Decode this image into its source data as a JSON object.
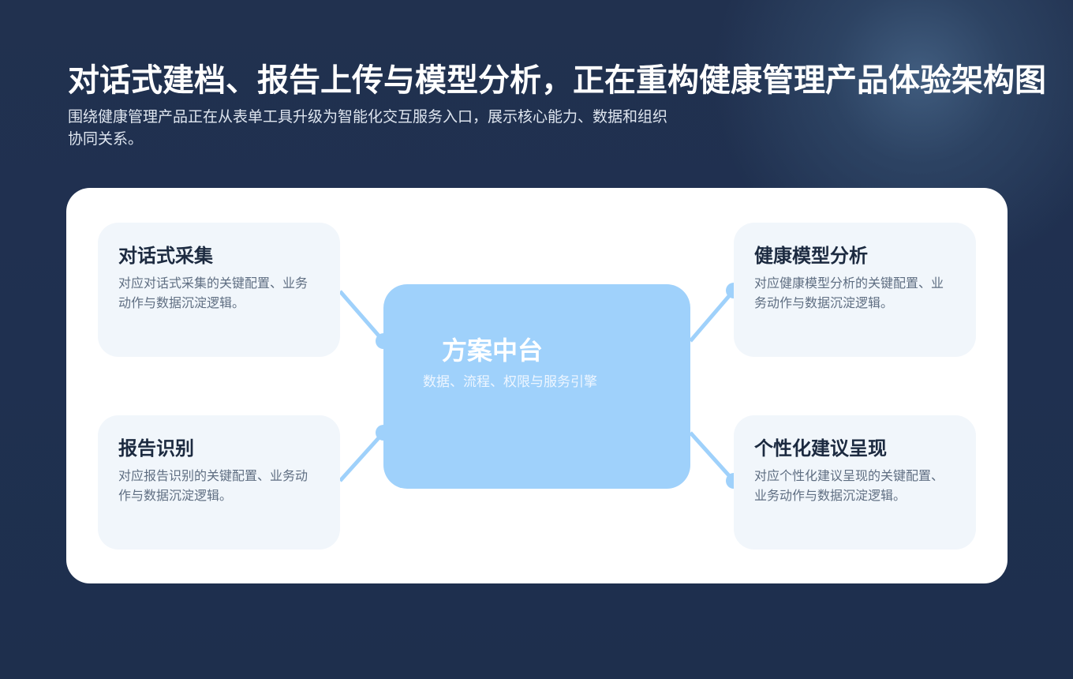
{
  "header": {
    "title": "对话式建档、报告上传与模型分析，正在重构健康管理产品体验架构图",
    "subtitle": "围绕健康管理产品正在从表单工具升级为智能化交互服务入口，展示核心能力、数据和组织协同关系。"
  },
  "hub": {
    "title": "方案中台",
    "subtitle": "数据、流程、权限与服务引擎"
  },
  "cards": [
    {
      "position": "top-left",
      "title": "对话式采集",
      "description": "对应对话式采集的关键配置、业务动作与数据沉淀逻辑。"
    },
    {
      "position": "bottom-left",
      "title": "报告识别",
      "description": "对应报告识别的关键配置、业务动作与数据沉淀逻辑。"
    },
    {
      "position": "top-right",
      "title": "健康模型分析",
      "description": "对应健康模型分析的关键配置、业务动作与数据沉淀逻辑。"
    },
    {
      "position": "bottom-right",
      "title": "个性化建议呈现",
      "description": "对应个性化建议呈现的关键配置、业务动作与数据沉淀逻辑。"
    }
  ],
  "colors": {
    "background": "#1f3050",
    "panel": "#ffffff",
    "card": "#f1f6fb",
    "hub": "#9fd1fb",
    "connector": "#9fd1fb",
    "card_title": "#1c2a40",
    "card_text": "#5f6e82"
  }
}
